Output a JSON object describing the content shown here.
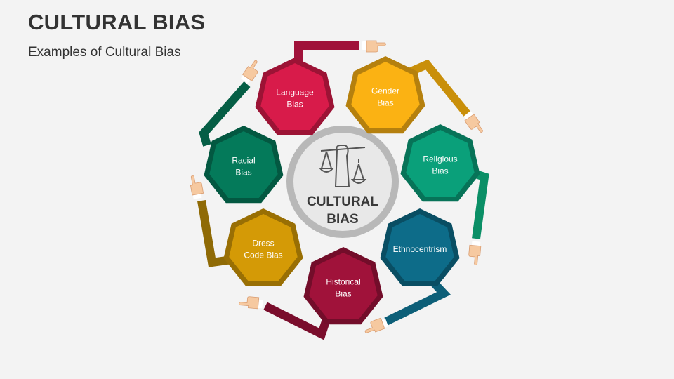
{
  "header": {
    "title": "CULTURAL BIAS",
    "subtitle": "Examples of Cultural Bias"
  },
  "center": {
    "line1": "CULTURAL",
    "line2": "BIAS",
    "icon": "scales-of-justice-icon"
  },
  "items": [
    {
      "line1": "Language",
      "line2": "Bias",
      "color": "#d81b4a"
    },
    {
      "line1": "Gender",
      "line2": "Bias",
      "color": "#fbb213"
    },
    {
      "line1": "Religious",
      "line2": "Bias",
      "color": "#0aa07a"
    },
    {
      "line1": "Ethnocentrism",
      "line2": "",
      "color": "#0d6c89"
    },
    {
      "line1": "Historical",
      "line2": "Bias",
      "color": "#a0123a"
    },
    {
      "line1": "Dress",
      "line2": "Code Bias",
      "color": "#d49a06"
    },
    {
      "line1": "Racial",
      "line2": "Bias",
      "color": "#047a5a"
    }
  ],
  "connector_colors": {
    "language": "#a0123a",
    "gender": "#c98f0a",
    "religious": "#0a8f66",
    "ethnocentrism": "#0d5f78",
    "historical": "#7a0d2c",
    "dress_code": "#8f6a05",
    "racial": "#055e45"
  },
  "hand_icon": "pointing-hand-icon"
}
